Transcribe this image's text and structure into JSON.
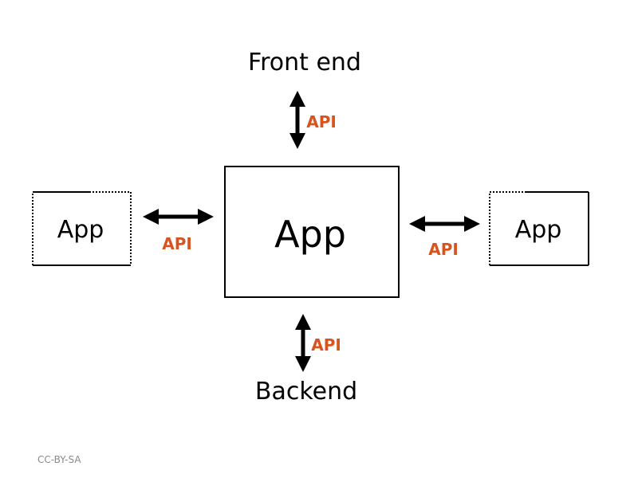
{
  "diagram": {
    "front_end_label": "Front end",
    "backend_label": "Backend",
    "center_app_label": "App",
    "left_app_label": "App",
    "right_app_label": "App",
    "api_top_label": "API",
    "api_bottom_label": "API",
    "api_left_label": "API",
    "api_right_label": "API"
  },
  "footer": {
    "license": "CC-BY-SA"
  },
  "colors": {
    "api_text": "#d9531e",
    "line": "#000000"
  }
}
